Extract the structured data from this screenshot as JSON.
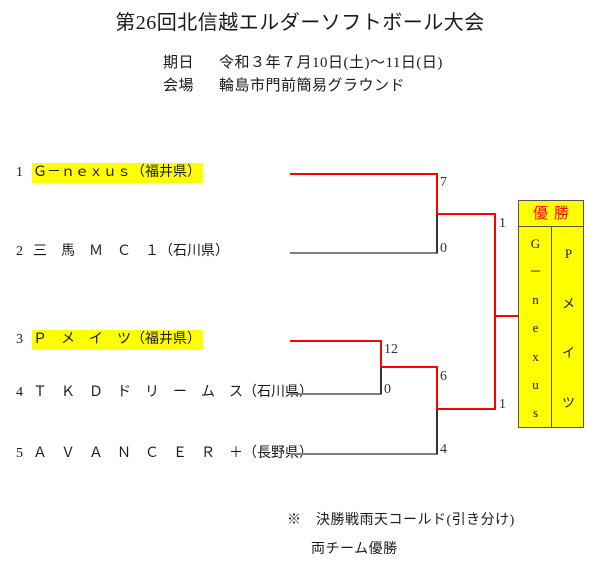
{
  "header": {
    "title": "第26回北信越エルダーソフトボール大会",
    "date_label": "期日",
    "date_value": "令和３年７月10日(土)〜11日(日)",
    "venue_label": "会場",
    "venue_value": "輪島市門前簡易グラウンド"
  },
  "teams": [
    {
      "seed": "1",
      "name": "Ｇ－ｎｅｘｕｓ",
      "prefecture": "（福井県）",
      "highlighted": true
    },
    {
      "seed": "2",
      "name": "三　馬　Ｍ　Ｃ　１",
      "prefecture": "（石川県）",
      "highlighted": false
    },
    {
      "seed": "3",
      "name": "Ｐ　メ　イ　ツ",
      "prefecture": "（福井県）",
      "highlighted": true
    },
    {
      "seed": "4",
      "name": "Ｔ　Ｋ　Ｄ　ド　リ　ー　ム　ス",
      "prefecture": "（石川県）",
      "highlighted": false
    },
    {
      "seed": "5",
      "name": "Ａ　Ｖ　Ａ　Ｎ　Ｃ　Ｅ　Ｒ　＋",
      "prefecture": "（長野県）",
      "highlighted": false
    }
  ],
  "scores": {
    "semi_upper_win": "7",
    "semi_upper_lose": "0",
    "quarter_lower_win": "12",
    "quarter_lower_lose": "0",
    "semi_lower_win": "6",
    "semi_lower_lose": "4",
    "final_upper": "1",
    "final_lower": "1"
  },
  "champion": {
    "title": "優勝",
    "left_team_chars": [
      "G",
      "－",
      "n",
      "e",
      "x",
      "u",
      "s"
    ],
    "right_team_chars": [
      "P",
      "メ",
      "イ",
      "ツ"
    ]
  },
  "notes": {
    "note_1": "※　決勝戦雨天コールド(引き分け)",
    "note_2": "両チーム優勝"
  },
  "colors": {
    "winner_line": "#ff0000",
    "loser_line": "#808080",
    "highlight": "#ffff00",
    "champion_title": "#ff0000"
  }
}
